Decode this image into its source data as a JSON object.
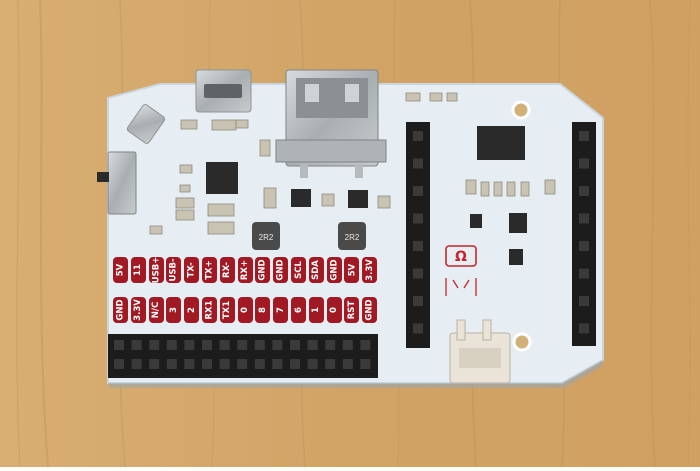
{
  "photo": {
    "colors": {
      "wood": "#d4a86b",
      "wood_dark": "#b98d52",
      "board": "#e6eef3",
      "board_edge": "#c9d6de",
      "label_red": "#a11a23",
      "label_text": "#ffffff",
      "header_black": "#1c1c1c",
      "metal": "#b7bcbf",
      "chip": "#2a2a2a"
    },
    "labels_top": [
      "5V",
      "11",
      "USB+",
      "USB-",
      "TX-",
      "TX+",
      "RX-",
      "RX+",
      "GND",
      "GND",
      "SCL",
      "SDA",
      "GND",
      "5V",
      "3.3V"
    ],
    "labels_bottom": [
      "GND",
      "3.3V",
      "N/C",
      "3",
      "2",
      "RX1",
      "TX1",
      "0",
      "8",
      "7",
      "6",
      "1",
      "0",
      "RST",
      "GND"
    ],
    "inductor_markings": [
      "2R2",
      "2R2"
    ],
    "logo_symbol": "Ω"
  }
}
